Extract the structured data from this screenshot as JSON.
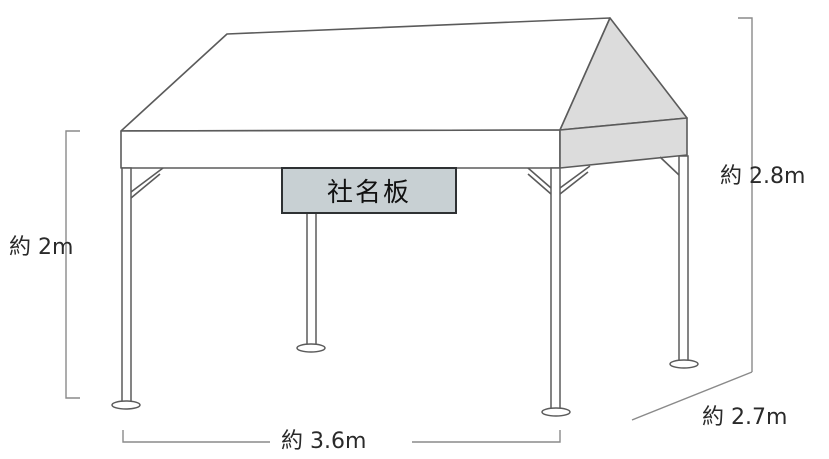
{
  "sign": {
    "text": "社名板"
  },
  "dimensions": {
    "height_front": "約 2m",
    "height_total": "約 2.8m",
    "width": "約 3.6m",
    "depth": "約 2.7m"
  },
  "colors": {
    "canopy": "#ffffff",
    "gable_shade": "#dcdcdc",
    "outline": "#5b5b5b",
    "sign_fill": "#c8d0d3",
    "sign_border": "#2e3133"
  }
}
